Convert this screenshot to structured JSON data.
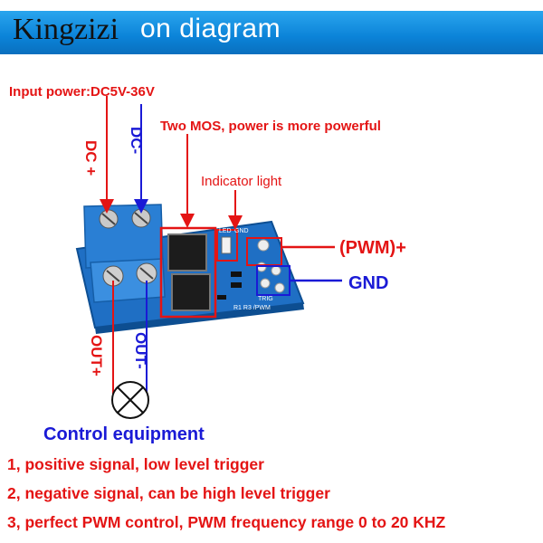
{
  "banner": {
    "title": "on diagram",
    "brand": "Kingzizi"
  },
  "labels": {
    "input_power": "Input power:DC5V-36V",
    "two_mos": "Two MOS, power is more powerful",
    "indicator": "Indicator  light",
    "dc_plus": "DC +",
    "dc_minus": "DC-",
    "out_plus": "OUT+",
    "out_minus": "OUT-",
    "pwm_plus": "(PWM)+",
    "gnd": "GND",
    "control": "Control equipment"
  },
  "board_silk": {
    "led": "LED",
    "gnd": "GND",
    "trig": "TRIG",
    "pwm": "R1 R3 /PWM"
  },
  "notes": [
    "1, positive signal, low level trigger",
    "2, negative signal, can be high level trigger",
    "3, perfect PWM control, PWM frequency range 0 to 20 KHZ"
  ],
  "colors": {
    "red": "#e41414",
    "blue": "#1a1ad6",
    "banner": "#0b83d8",
    "board": "#1f6fc4"
  }
}
